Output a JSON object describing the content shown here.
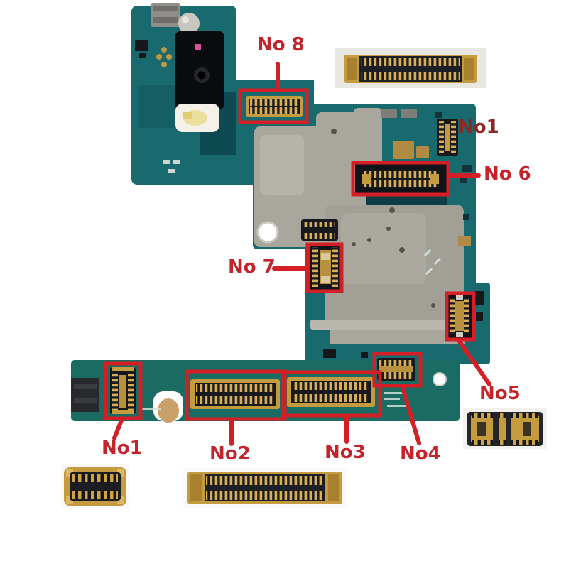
{
  "annotations": {
    "no8": "No 8",
    "no1_top": "No1",
    "no6": "No 6",
    "no7": "No 7",
    "no5": "No5",
    "no1_bottom": "No1",
    "no2": "No2",
    "no3": "No3",
    "no4": "No4"
  },
  "colors": {
    "background": "#ffffff",
    "annotation_red": "#d41f27",
    "label_red": "#c4232a",
    "label_dark_red": "#8d2823",
    "pcb_teal": "#186a6e",
    "pcb_teal_strip": "#1a6b62",
    "pcb_teal_dark": "#0e4a52",
    "emi_shield_gray": "#a8a69d",
    "connector_gold": "#c49b3f",
    "connector_pin_gold": "#d9ae55",
    "connector_body_dark": "#1d1f26"
  }
}
